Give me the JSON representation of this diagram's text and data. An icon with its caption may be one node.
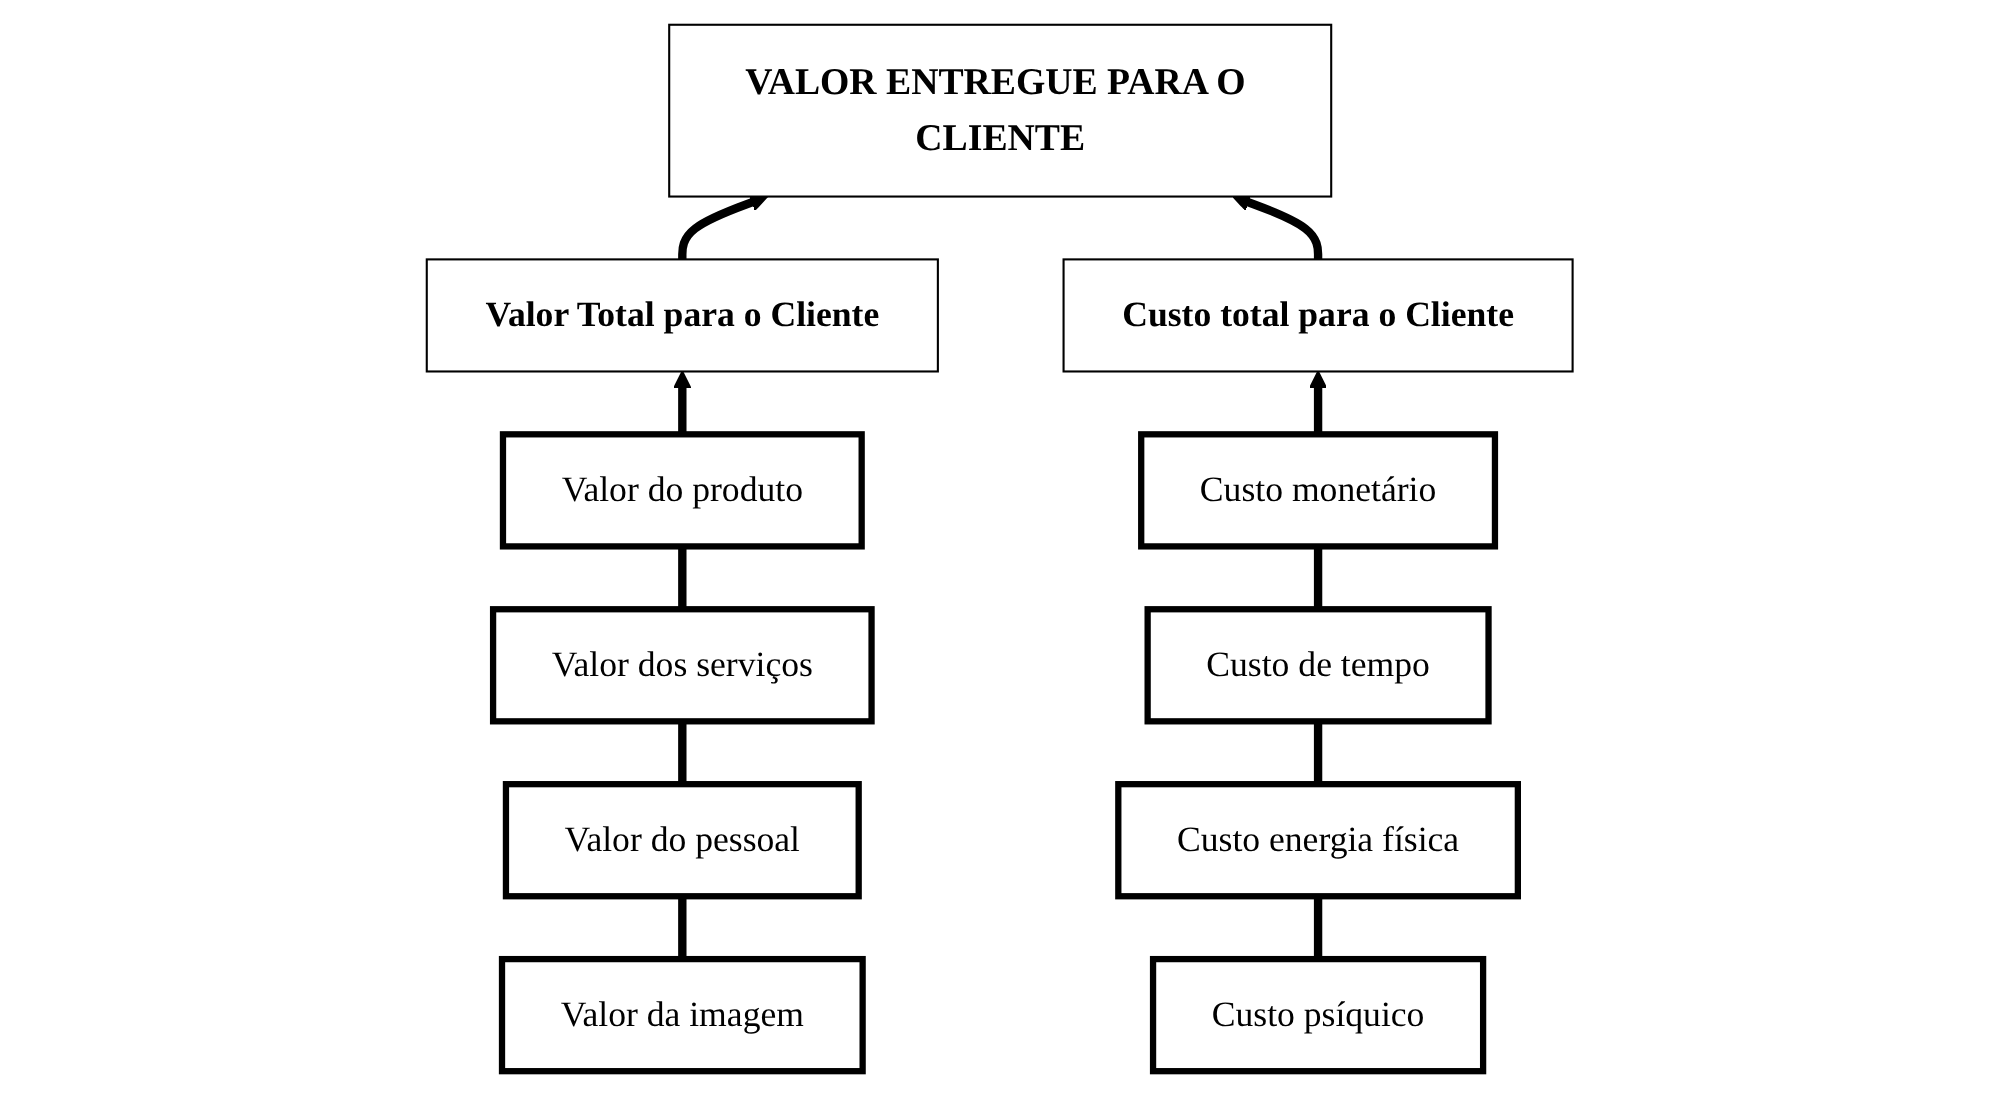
{
  "diagram": {
    "nodes": [
      {
        "text": [
          "VALOR ENTREGUE PARA O CLIENTE"
        ]
      },
      {
        "text": [
          "Valor Total para o Cliente"
        ]
      },
      {
        "text": [
          "Custo total para o Cliente"
        ]
      },
      {
        "text": [
          "Valor do produto"
        ]
      },
      {
        "text": [
          "Valor dos serviços"
        ]
      },
      {
        "text": [
          "Valor do pessoal"
        ]
      },
      {
        "text": [
          "Valor da imagem"
        ]
      },
      {
        "text": [
          "Custo monetário"
        ]
      },
      {
        "text": [
          "Custo de tempo"
        ]
      },
      {
        "text": [
          "Custo energia física"
        ]
      },
      {
        "text": [
          "Custo psíquico"
        ]
      }
    ],
    "edges": [
      {
        "from": 1,
        "to": 0,
        "arrow": "to"
      },
      {
        "from": 2,
        "to": 0,
        "arrow": "to"
      },
      {
        "from": 3,
        "to": 1,
        "arrow": "to"
      },
      {
        "from": 4,
        "to": 3,
        "arrow": "none"
      },
      {
        "from": 5,
        "to": 4,
        "arrow": "none"
      },
      {
        "from": 6,
        "to": 5,
        "arrow": "none"
      },
      {
        "from": 7,
        "to": 2,
        "arrow": "to"
      },
      {
        "from": 8,
        "to": 7,
        "arrow": "none"
      },
      {
        "from": 9,
        "to": 8,
        "arrow": "none"
      },
      {
        "from": 10,
        "to": 9,
        "arrow": "none"
      }
    ]
  }
}
